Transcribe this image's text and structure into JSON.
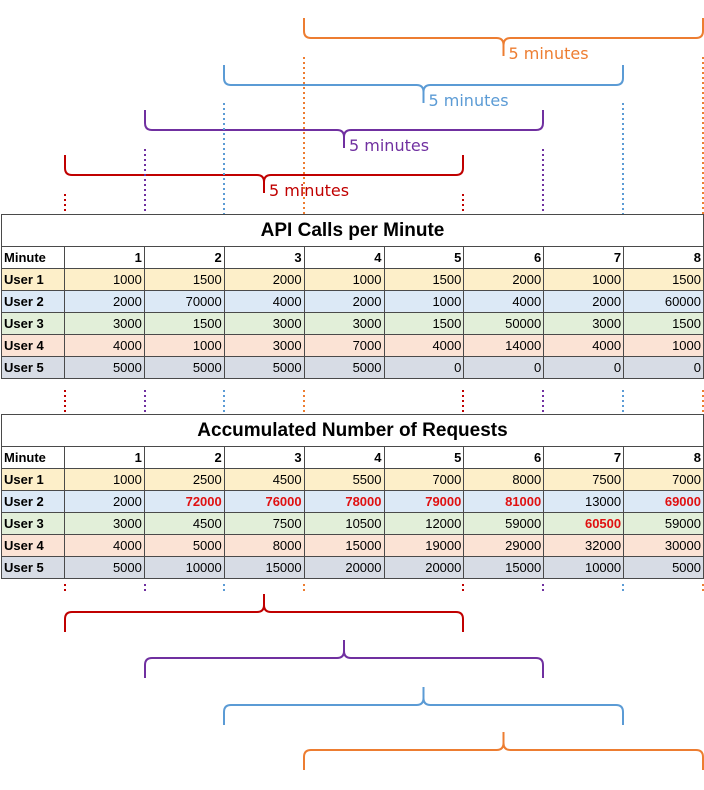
{
  "colors": {
    "red": "#c00000",
    "purple": "#7030a0",
    "blue": "#5b9bd5",
    "orange": "#ed7d31",
    "highlight": "#e01010",
    "row_fills": [
      "#fdefc9",
      "#dce9f6",
      "#e2efd9",
      "#fbe3d5",
      "#d7dce5"
    ]
  },
  "windows": [
    {
      "label": "5 minutes",
      "color": "red",
      "start_minute": 1,
      "end_minute": 5
    },
    {
      "label": "5 minutes",
      "color": "purple",
      "start_minute": 2,
      "end_minute": 6
    },
    {
      "label": "5 minutes",
      "color": "blue",
      "start_minute": 3,
      "end_minute": 7
    },
    {
      "label": "5 minutes",
      "color": "orange",
      "start_minute": 4,
      "end_minute": 8
    }
  ],
  "api_calls": {
    "title": "API Calls per Minute",
    "header_label": "Minute",
    "minutes": [
      "1",
      "2",
      "3",
      "4",
      "5",
      "6",
      "7",
      "8"
    ],
    "rows": [
      {
        "user": "User 1",
        "values": [
          "1000",
          "1500",
          "2000",
          "1000",
          "1500",
          "2000",
          "1000",
          "1500"
        ]
      },
      {
        "user": "User 2",
        "values": [
          "2000",
          "70000",
          "4000",
          "2000",
          "1000",
          "4000",
          "2000",
          "60000"
        ]
      },
      {
        "user": "User 3",
        "values": [
          "3000",
          "1500",
          "3000",
          "3000",
          "1500",
          "50000",
          "3000",
          "1500"
        ]
      },
      {
        "user": "User 4",
        "values": [
          "4000",
          "1000",
          "3000",
          "7000",
          "4000",
          "14000",
          "4000",
          "1000"
        ]
      },
      {
        "user": "User 5",
        "values": [
          "5000",
          "5000",
          "5000",
          "5000",
          "0",
          "0",
          "0",
          "0"
        ]
      }
    ]
  },
  "accumulated": {
    "title": "Accumulated Number of Requests",
    "header_label": "Minute",
    "minutes": [
      "1",
      "2",
      "3",
      "4",
      "5",
      "6",
      "7",
      "8"
    ],
    "rows": [
      {
        "user": "User 1",
        "values": [
          "1000",
          "2500",
          "4500",
          "5500",
          "7000",
          "8000",
          "7500",
          "7000"
        ],
        "highlight": []
      },
      {
        "user": "User 2",
        "values": [
          "2000",
          "72000",
          "76000",
          "78000",
          "79000",
          "81000",
          "13000",
          "69000"
        ],
        "highlight": [
          1,
          2,
          3,
          4,
          5,
          7
        ]
      },
      {
        "user": "User 3",
        "values": [
          "3000",
          "4500",
          "7500",
          "10500",
          "12000",
          "59000",
          "60500",
          "59000"
        ],
        "highlight": [
          6
        ]
      },
      {
        "user": "User 4",
        "values": [
          "4000",
          "5000",
          "8000",
          "15000",
          "19000",
          "29000",
          "32000",
          "30000"
        ],
        "highlight": []
      },
      {
        "user": "User 5",
        "values": [
          "5000",
          "10000",
          "15000",
          "20000",
          "20000",
          "15000",
          "10000",
          "5000"
        ],
        "highlight": []
      }
    ]
  }
}
